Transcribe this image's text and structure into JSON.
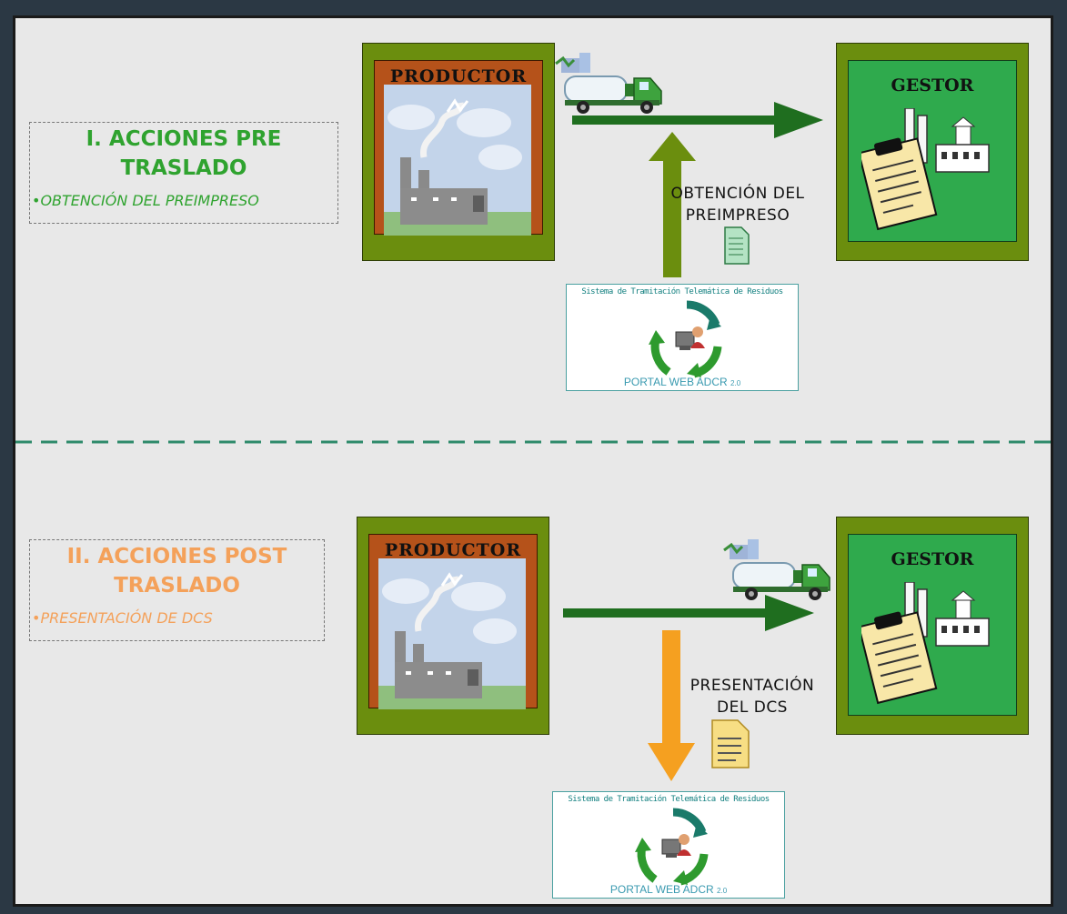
{
  "section1": {
    "title_line1": "I. ACCIONES PRE",
    "title_line2": "TRASLADO",
    "item": "•OBTENCIÓN DEL PREIMPRESO",
    "color": "#2fa32f"
  },
  "section2": {
    "title_line1": "II. ACCIONES POST",
    "title_line2": "TRASLADO",
    "item": "•PRESENTACIÓN DE DCS",
    "color": "#f4a15a"
  },
  "row1": {
    "producer_label": "PRODUCTOR",
    "gestor_label": "GESTOR",
    "action_line1": "OBTENCIÓN DEL",
    "action_line2": "PREIMPRESO",
    "portal_header": "Sistema de Tramitación Telemática de Residuos",
    "portal_footer": "PORTAL WEB ADCR",
    "portal_version": "2.0"
  },
  "row2": {
    "producer_label": "PRODUCTOR",
    "gestor_label": "GESTOR",
    "action_line1": "PRESENTACIÓN",
    "action_line2": "DEL DCS",
    "portal_header": "Sistema de Tramitación Telemática de Residuos",
    "portal_footer": "PORTAL WEB ADCR",
    "portal_version": "2.0"
  },
  "colors": {
    "transport_arrow": "#1f6e1f",
    "upload_arrow": "#6b8e0e",
    "download_arrow": "#f5a020",
    "divider": "#2e8a6a"
  },
  "icons": [
    "truck-icon",
    "factory-icon",
    "clipboard-icon",
    "plant-icon",
    "document-icon",
    "recycle-icon",
    "user-computer-icon"
  ]
}
